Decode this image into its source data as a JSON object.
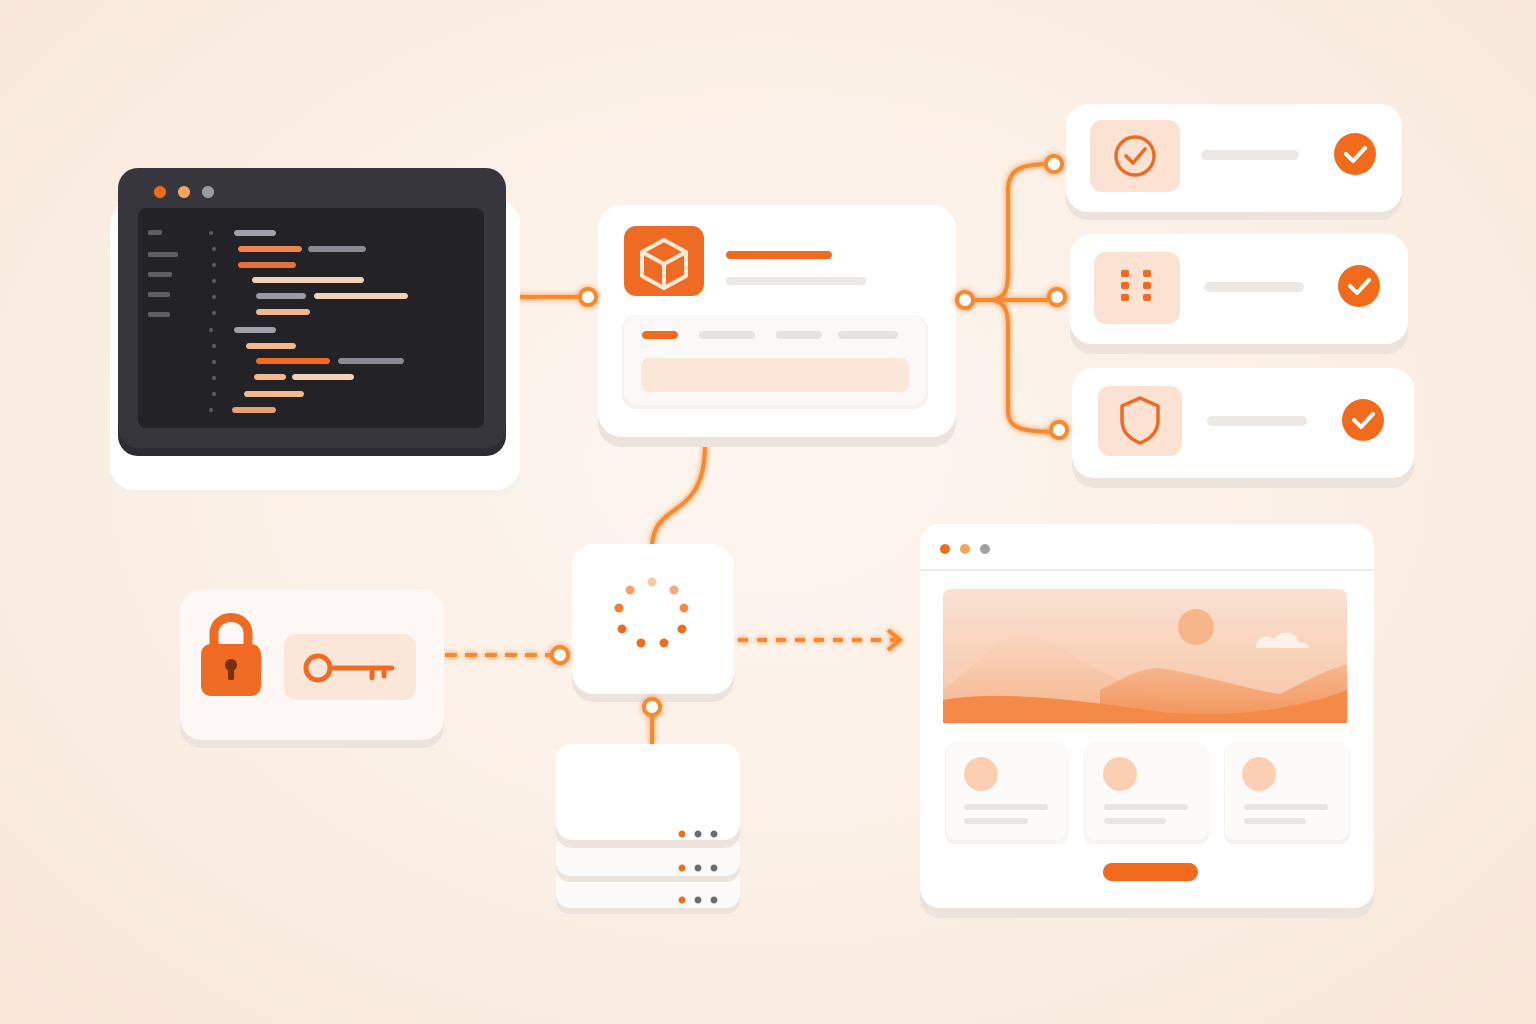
{
  "colors": {
    "accent": "#f26b1d",
    "accent_light": "#f9a66c",
    "tile_peach": "#fbe2d3",
    "dark_panel": "#2a2a2e",
    "gray_bar": "#e9e7e5",
    "card_white": "#ffffff"
  },
  "nodes": {
    "code_editor": {
      "icon": "code-editor-icon",
      "window_controls": [
        "close",
        "minimize",
        "maximize"
      ]
    },
    "package_card": {
      "icon": "cube-icon"
    },
    "checks": [
      {
        "icon": "check-circle-icon",
        "status": "passed",
        "status_icon": "check-badge-icon"
      },
      {
        "icon": "grid-dots-icon",
        "status": "passed",
        "status_icon": "check-badge-icon"
      },
      {
        "icon": "shield-icon",
        "status": "passed",
        "status_icon": "check-badge-icon"
      }
    ],
    "auth_card": {
      "icons": [
        "padlock-icon",
        "key-icon"
      ]
    },
    "processing_hub": {
      "icon": "loading-spinner-icon"
    },
    "server_stack": {
      "units": 3,
      "icon": "server-icon"
    },
    "web_preview": {
      "icon": "browser-window-icon",
      "hero_icons": [
        "sun-icon",
        "cloud-icon",
        "mountains-icon"
      ],
      "feature_cards": 3
    }
  }
}
